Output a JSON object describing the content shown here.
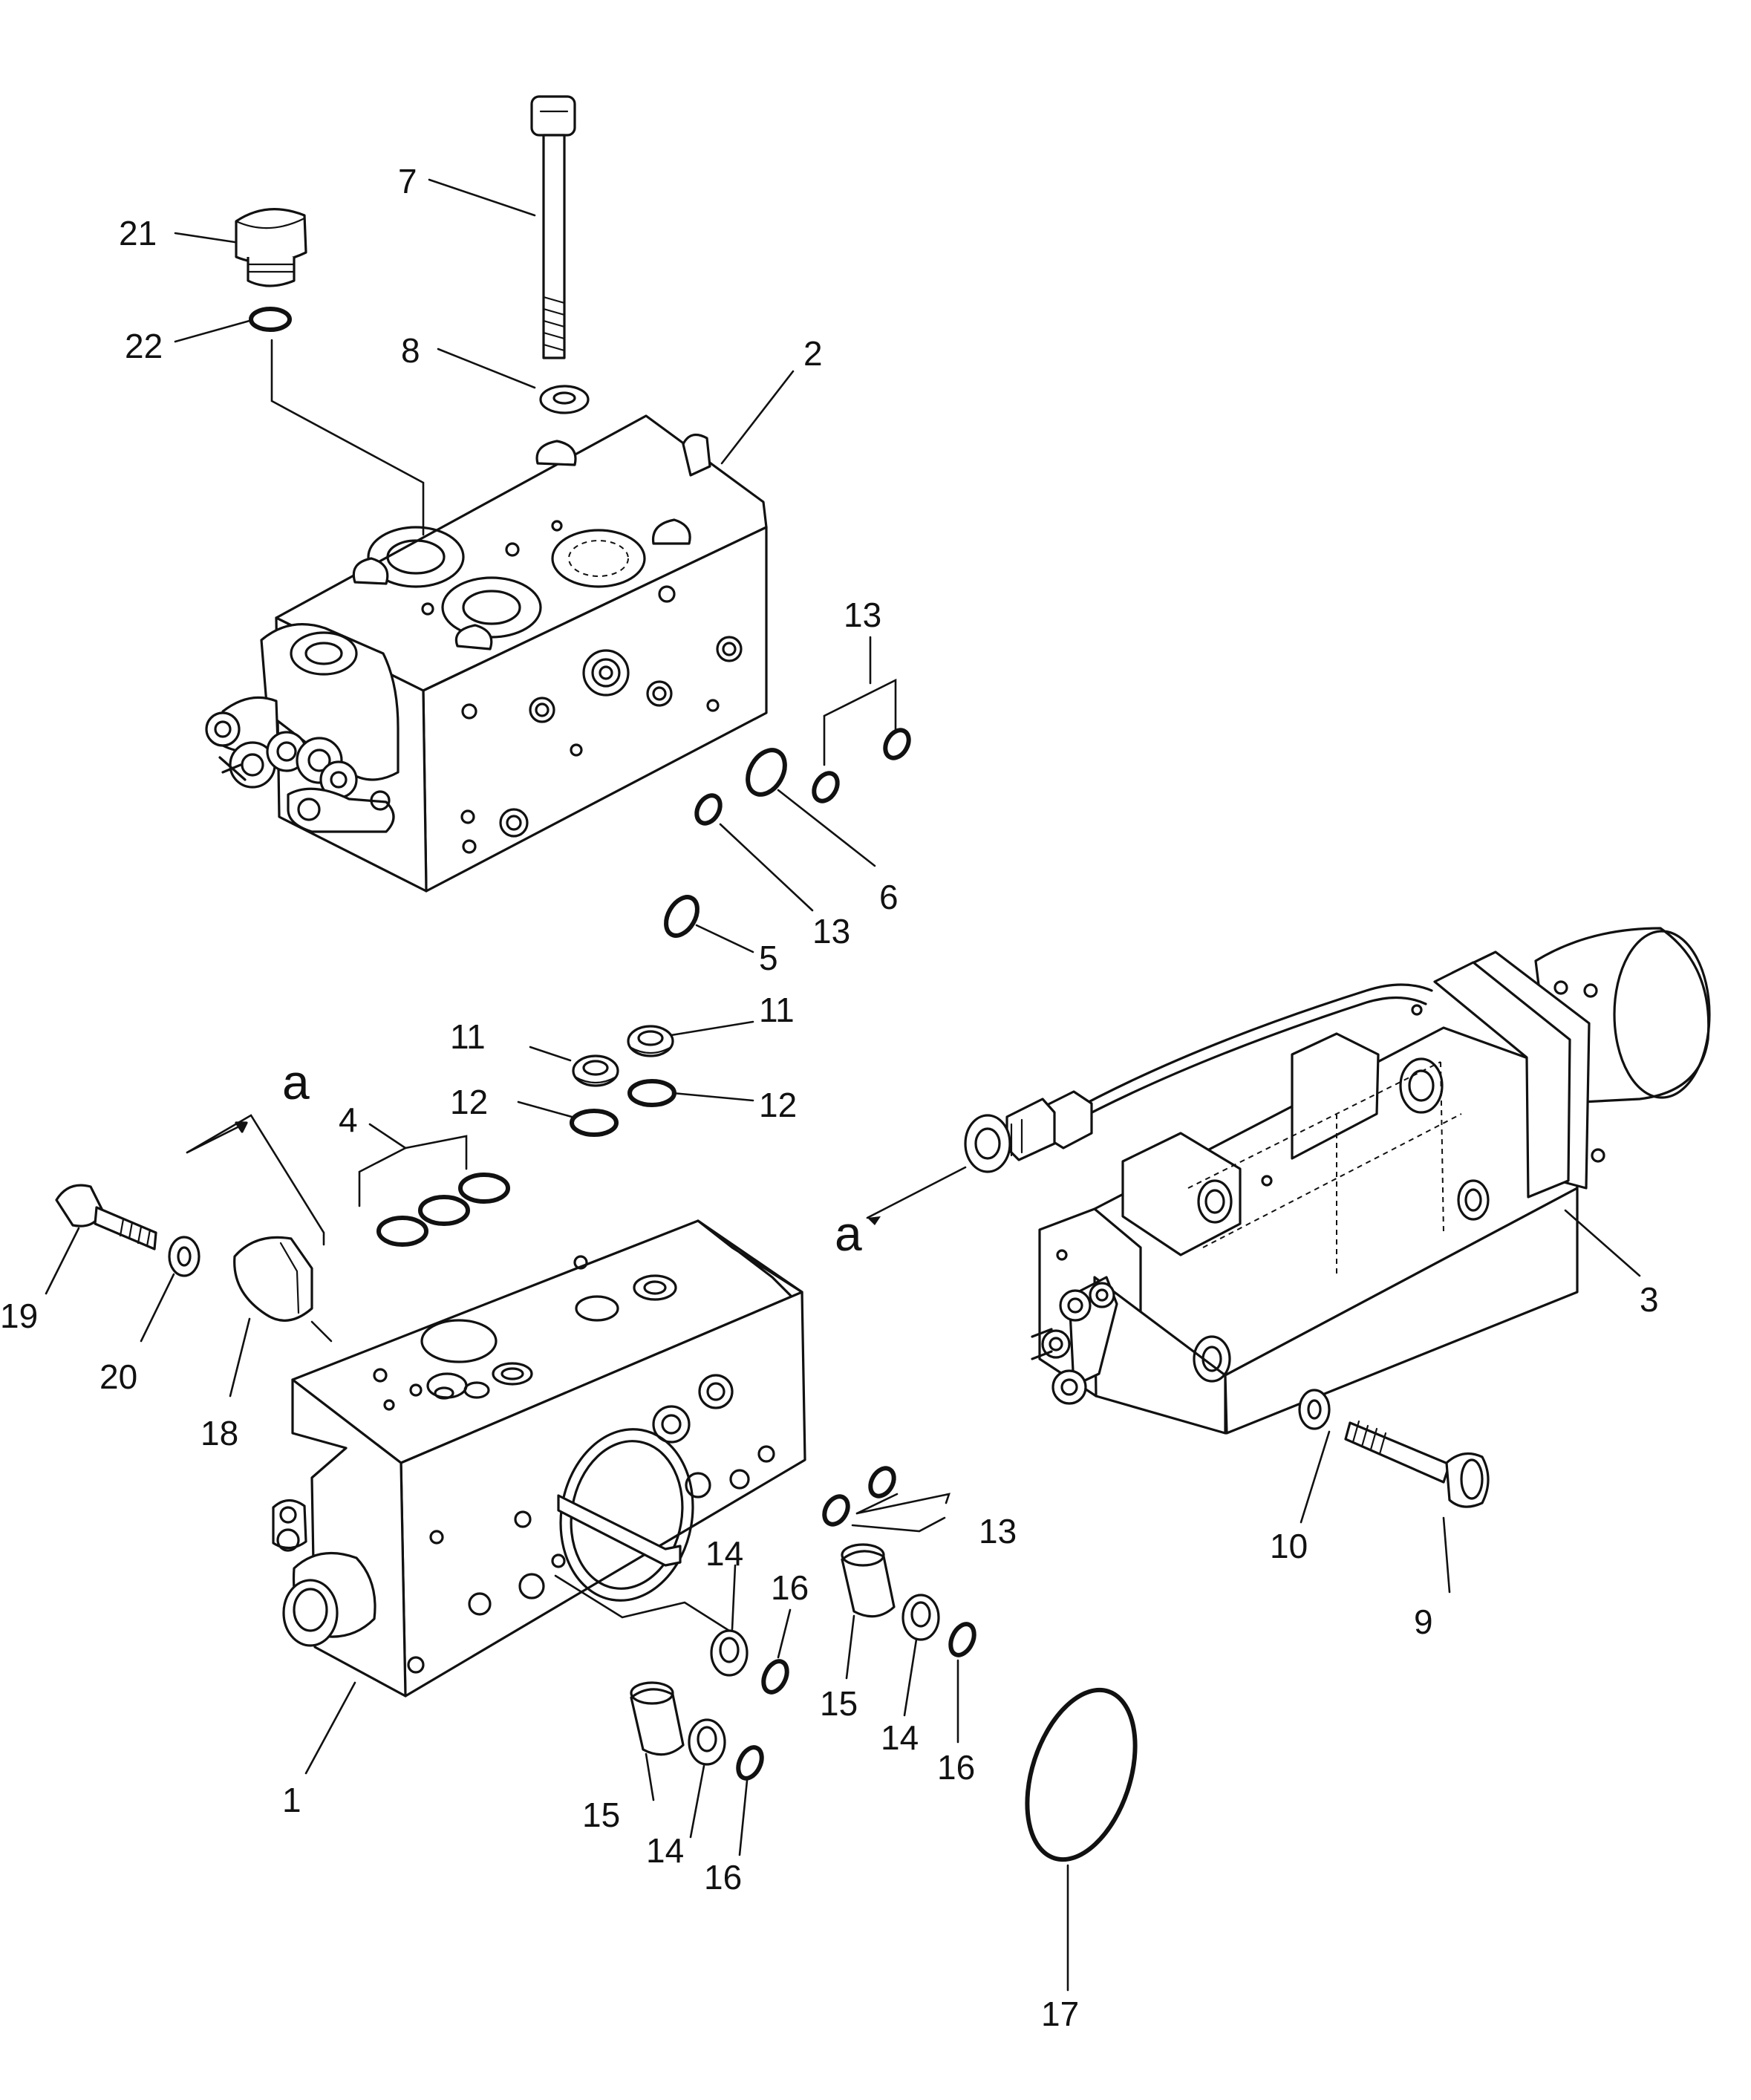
{
  "labels": {
    "p1": "1",
    "p2": "2",
    "p3": "3",
    "p4": "4",
    "p5": "5",
    "p6": "6",
    "p7": "7",
    "p8": "8",
    "p9": "9",
    "p10": "10",
    "p11a": "11",
    "p11b": "11",
    "p12a": "12",
    "p12b": "12",
    "p13a": "13",
    "p13b": "13",
    "p13c": "13",
    "p14a": "14",
    "p14b": "14",
    "p14c": "14",
    "p15a": "15",
    "p15b": "15",
    "p16a": "16",
    "p16b": "16",
    "p16c": "16",
    "p17": "17",
    "p18": "18",
    "p19": "19",
    "p20": "20",
    "p21": "21",
    "p22": "22",
    "refA1": "a",
    "refA2": "a"
  }
}
